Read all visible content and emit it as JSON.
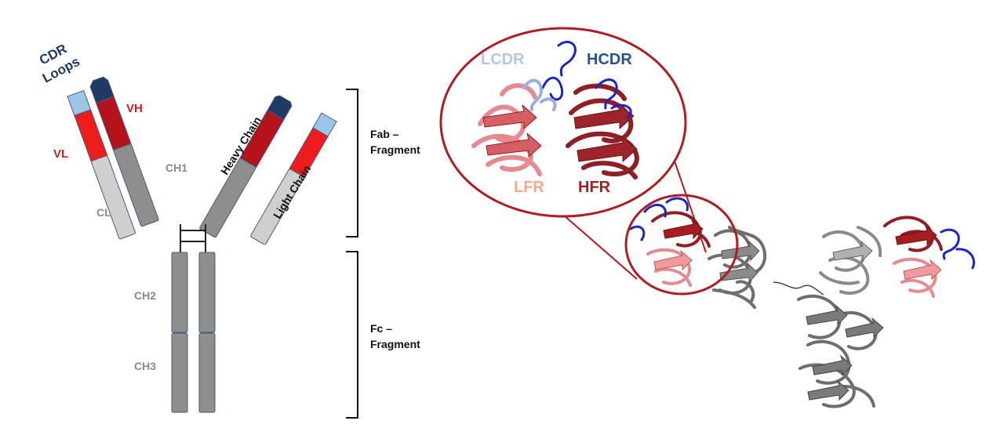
{
  "antibody_schematic": {
    "labels": {
      "cdr_loops_line1": "CDR",
      "cdr_loops_line2": "Loops",
      "vh": "VH",
      "vl": "VL",
      "ch1": "CH1",
      "cl": "CL",
      "ch2": "CH2",
      "ch3": "CH3",
      "heavy_chain": "Heavy Chain",
      "light_chain": "Light Chain"
    },
    "colors": {
      "cdr_dark": "#1f3b63",
      "cdr_light": "#9cc6e8",
      "variable_heavy": "#b5121b",
      "variable_light": "#ee1c1c",
      "constant_heavy": "#8e8e8e",
      "constant_light": "#cfcfcf",
      "outline": "#4a5a78",
      "label_red": "#cc1d1d",
      "label_gray": "#8a8a8a"
    }
  },
  "brackets": {
    "fab_line1": "Fab –",
    "fab_line2": "Fragment",
    "fc_line1": "Fc –",
    "fc_line2": "Fragment"
  },
  "structure_view": {
    "labels": {
      "lcdr": "LCDR",
      "hcdr": "HCDR",
      "lfr": "LFR",
      "hfr": "HFR"
    },
    "colors": {
      "lcdr": "#b4c6e6",
      "hcdr": "#2c4f8f",
      "lfr": "#f3a98a",
      "hfr": "#a51d22",
      "zoom_circle": "#b01c22",
      "hfr_ribbon": "#8f1f24",
      "lfr_ribbon": "#e58b8f",
      "cdr_ribbon": "#1b24c8",
      "fc_ribbon": "#6e6e6e"
    }
  }
}
